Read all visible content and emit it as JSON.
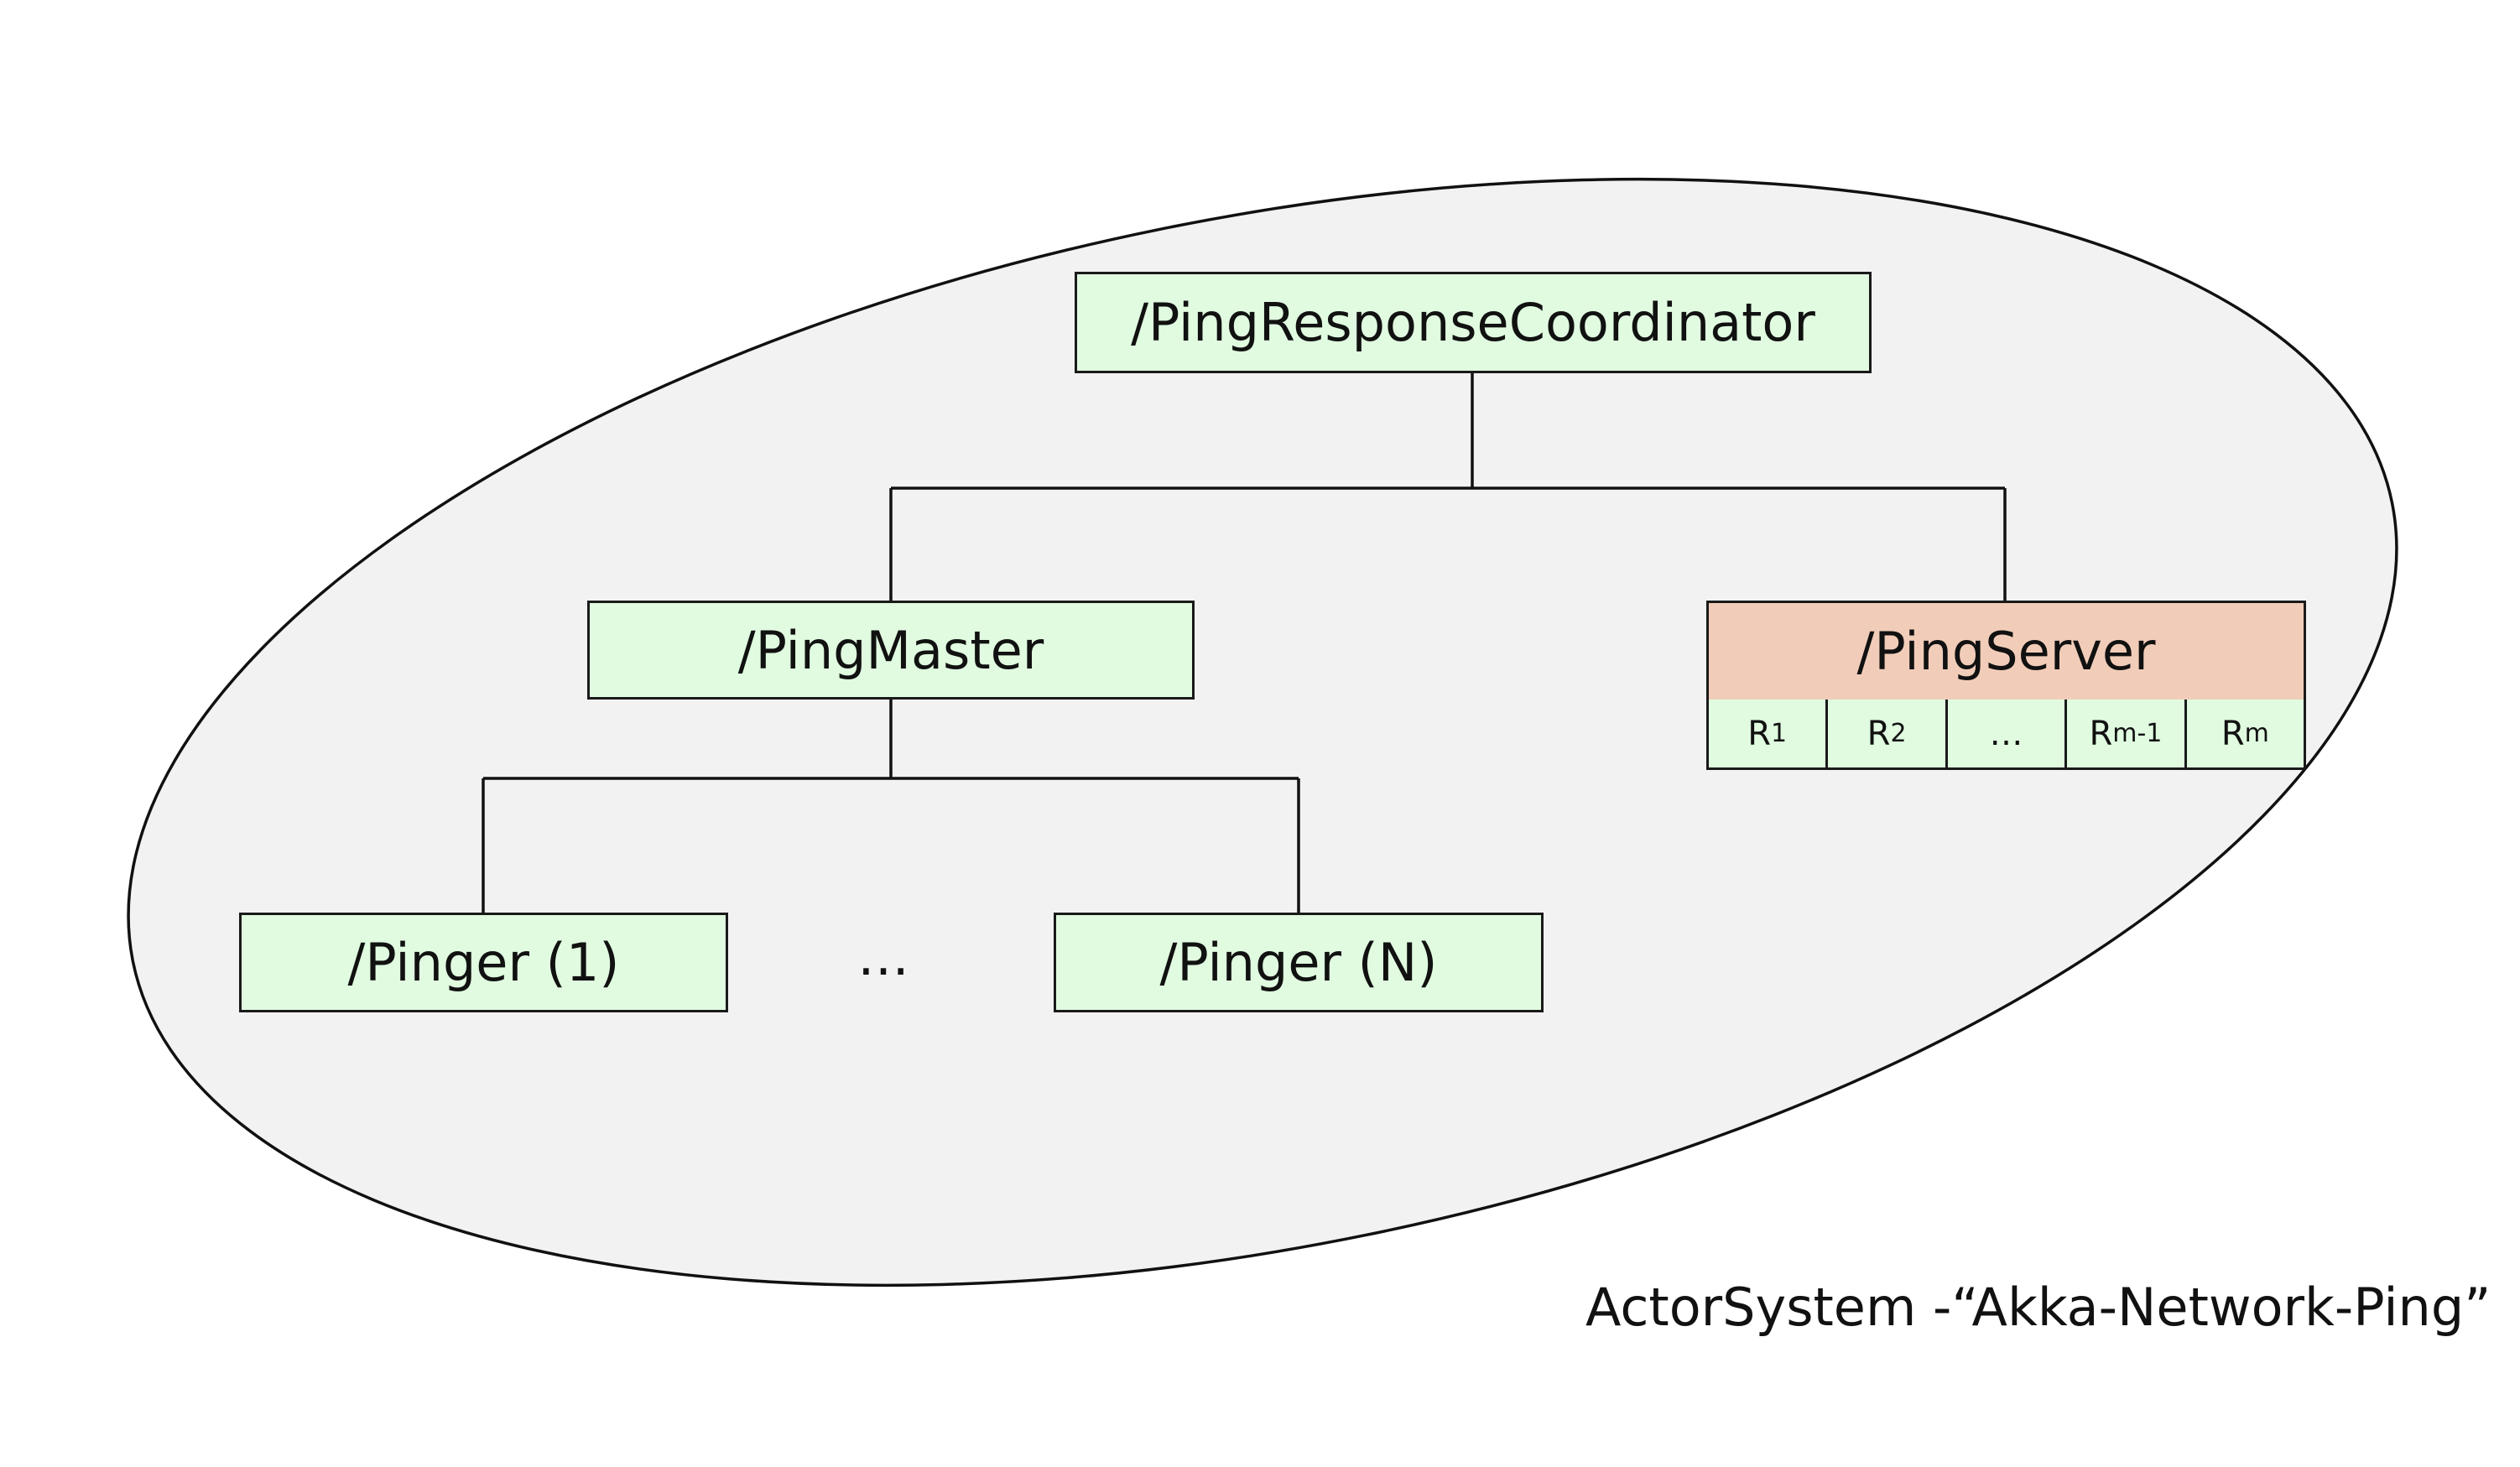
{
  "diagram": {
    "coordinator": {
      "label": "/PingResponseCoordinator"
    },
    "master": {
      "label": "/PingMaster"
    },
    "server": {
      "label": "/PingServer",
      "replicas": [
        {
          "base": "R",
          "sub": "1"
        },
        {
          "base": "R",
          "sub": "2"
        },
        {
          "base": "…",
          "sub": ""
        },
        {
          "base": "R",
          "sub": "m-1"
        },
        {
          "base": "R",
          "sub": "m"
        }
      ]
    },
    "pingers": [
      {
        "label": "/Pinger (1)"
      },
      {
        "label": "/Pinger (N)"
      }
    ],
    "pinger_ellipsis": "…",
    "actor_system_label": "ActorSystem -“Akka-Network-Ping”"
  }
}
